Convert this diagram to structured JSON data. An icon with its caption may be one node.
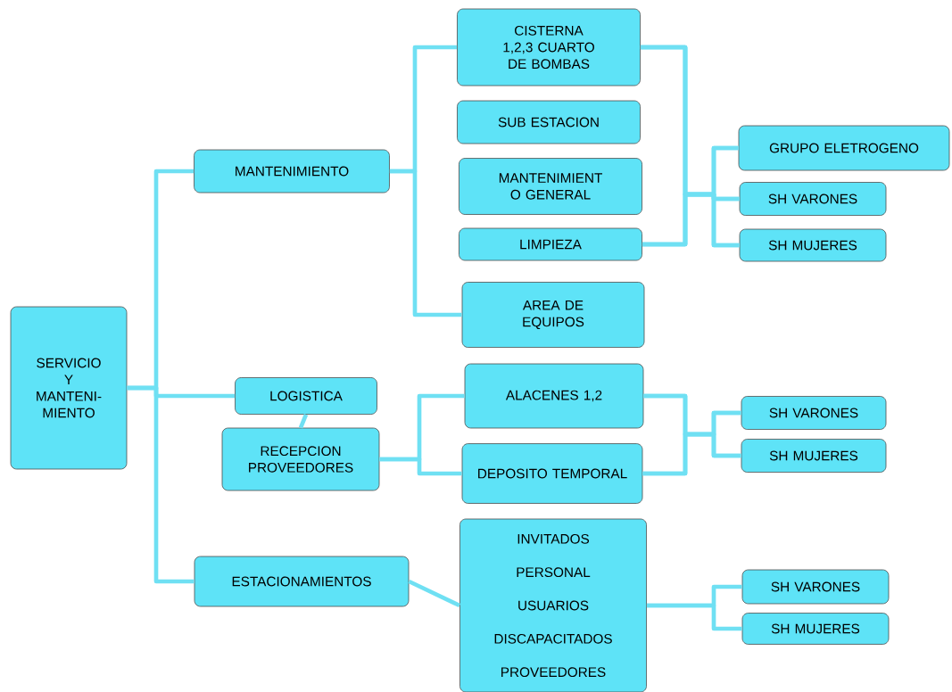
{
  "diagram": {
    "nodes": [
      {
        "text": [
          "SERVICIO Y MANTENI- MIENTO"
        ]
      },
      {
        "text": [
          "MANTENIMIENTO"
        ]
      },
      {
        "text": [
          "CISTERNA 1,2,3 CUARTO DE BOMBAS"
        ]
      },
      {
        "text": [
          "SUB ESTACION"
        ]
      },
      {
        "text": [
          "MANTENIMIENT O GENERAL"
        ]
      },
      {
        "text": [
          "LIMPIEZA"
        ]
      },
      {
        "text": [
          "AREA DE EQUIPOS"
        ]
      },
      {
        "text": [
          "GRUPO ELETROGENO"
        ]
      },
      {
        "text": [
          "SH VARONES"
        ]
      },
      {
        "text": [
          "SH MUJERES"
        ]
      },
      {
        "text": [
          "LOGISTICA"
        ]
      },
      {
        "text": [
          "RECEPCION PROVEEDORES"
        ]
      },
      {
        "text": [
          "ALACENES 1,2"
        ]
      },
      {
        "text": [
          "DEPOSITO TEMPORAL"
        ]
      },
      {
        "text": [
          "SH VARONES"
        ]
      },
      {
        "text": [
          "SH MUJERES"
        ]
      },
      {
        "text": [
          "ESTACIONAMIENTOS"
        ]
      },
      {
        "text": [
          "INVITADOS",
          "PERSONAL",
          "USUARIOS",
          "DISCAPACITADOS",
          "PROVEEDORES"
        ]
      },
      {
        "text": [
          "SH VARONES"
        ]
      },
      {
        "text": [
          "SH MUJERES"
        ]
      }
    ],
    "edges": [
      {
        "from": 0,
        "to": 1,
        "arrow": "none"
      },
      {
        "from": 0,
        "to": 10,
        "arrow": "none"
      },
      {
        "from": 0,
        "to": 16,
        "arrow": "none"
      },
      {
        "from": 1,
        "to": 2,
        "arrow": "none"
      },
      {
        "from": 1,
        "to": 6,
        "arrow": "none"
      },
      {
        "from": 2,
        "to": 7,
        "arrow": "none"
      },
      {
        "from": 2,
        "to": 8,
        "arrow": "none"
      },
      {
        "from": 2,
        "to": 9,
        "arrow": "none"
      },
      {
        "from": 5,
        "to": 7,
        "arrow": "none"
      },
      {
        "from": 5,
        "to": 8,
        "arrow": "none"
      },
      {
        "from": 5,
        "to": 9,
        "arrow": "none"
      },
      {
        "from": 10,
        "to": 11,
        "arrow": "none"
      },
      {
        "from": 11,
        "to": 12,
        "arrow": "none"
      },
      {
        "from": 11,
        "to": 13,
        "arrow": "none"
      },
      {
        "from": 12,
        "to": 14,
        "arrow": "none"
      },
      {
        "from": 12,
        "to": 15,
        "arrow": "none"
      },
      {
        "from": 13,
        "to": 14,
        "arrow": "none"
      },
      {
        "from": 13,
        "to": 15,
        "arrow": "none"
      },
      {
        "from": 16,
        "to": 17,
        "arrow": "none"
      },
      {
        "from": 17,
        "to": 18,
        "arrow": "none"
      },
      {
        "from": 17,
        "to": 19,
        "arrow": "none"
      }
    ]
  }
}
